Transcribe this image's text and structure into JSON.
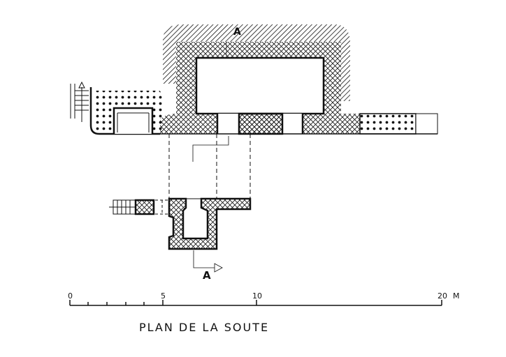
{
  "drawing": {
    "section_label_top": "A",
    "section_label_bottom": "A",
    "title": "PLAN DE LA SOUTE"
  },
  "scale_bar": {
    "ticks": [
      "0",
      "5",
      "10",
      "20"
    ],
    "unit": "M"
  },
  "colors": {
    "ink": "#111111",
    "paper": "#ffffff"
  }
}
